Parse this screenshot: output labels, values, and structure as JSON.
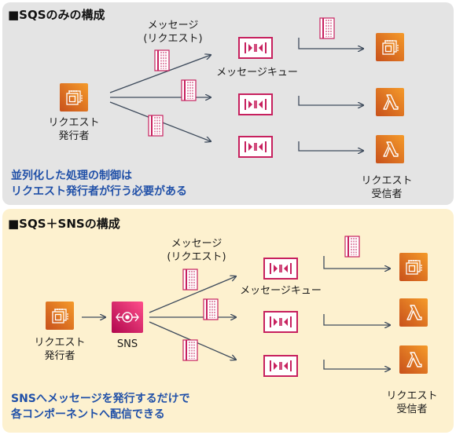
{
  "sections": [
    {
      "title": "■SQSのみの構成",
      "message_label": [
        "メッセージ",
        "(リクエスト)"
      ],
      "queue_label": "メッセージキュー",
      "publisher_label": [
        "リクエスト",
        "発行者"
      ],
      "receiver_label": [
        "リクエスト",
        "受信者"
      ],
      "note": [
        "並列化した処理の制御は",
        "リクエスト発行者が行う必要がある"
      ]
    },
    {
      "title": "■SQS＋SNSの構成",
      "message_label": [
        "メッセージ",
        "(リクエスト)"
      ],
      "queue_label": "メッセージキュー",
      "publisher_label": [
        "リクエスト",
        "発行者"
      ],
      "topic_label": "SNS",
      "receiver_label": [
        "リクエスト",
        "受信者"
      ],
      "note": [
        "SNSへメッセージを発行するだけで",
        "各コンポーネントへ配信できる"
      ]
    }
  ],
  "icons": {
    "ec2": "ec2-icon",
    "lambda": "lambda-icon",
    "sqs_queue": "sqs-queue-icon",
    "sns": "sns-icon",
    "message": "message-icon"
  },
  "colors": {
    "aws_orange": "#f08623",
    "sqs_pink": "#c7205e",
    "arrow": "#3e4b5c",
    "note_blue": "#2050a8"
  }
}
